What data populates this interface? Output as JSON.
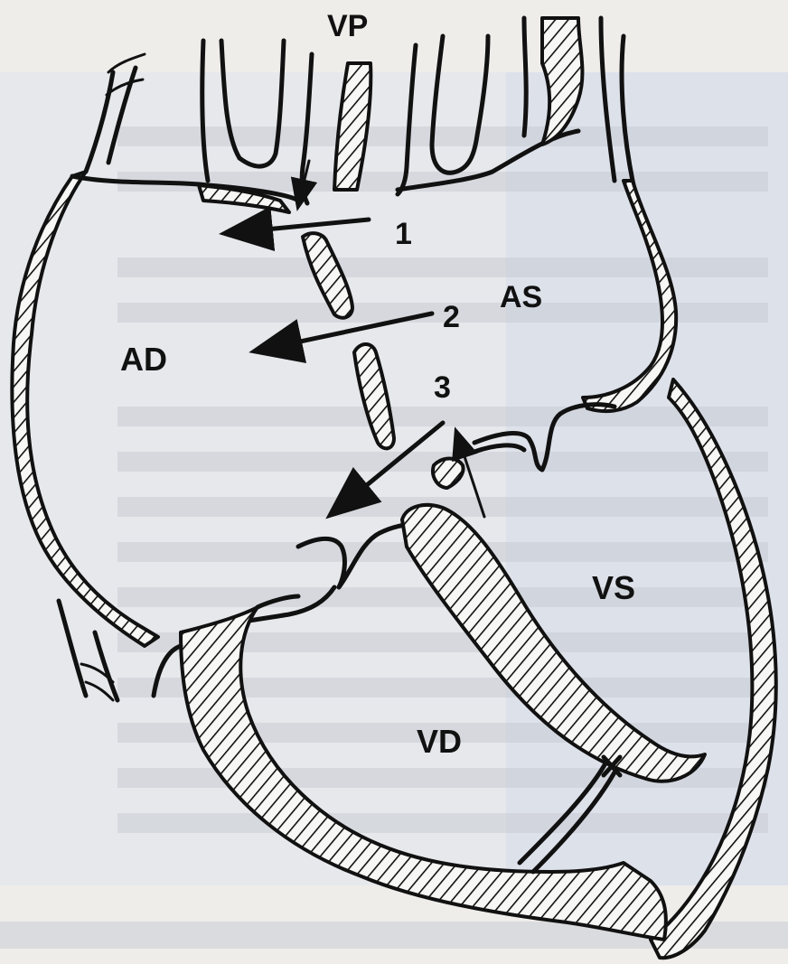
{
  "labels": {
    "vp": "VP",
    "ad": "AD",
    "as": "AS",
    "vs": "VS",
    "vd": "VD",
    "n1": "1",
    "n2": "2",
    "n3": "3"
  },
  "colors": {
    "ink": "#111111",
    "paper": "#f4f2ef",
    "page_shadow": "#d8dce5"
  }
}
